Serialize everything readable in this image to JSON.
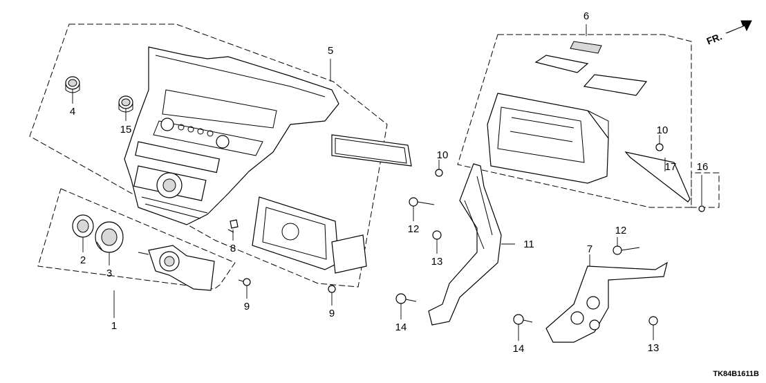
{
  "direction_marker": {
    "label": "FR."
  },
  "diagram_code": "TK84B1611B",
  "callouts": [
    {
      "id": "c1",
      "number": "1"
    },
    {
      "id": "c2",
      "number": "2"
    },
    {
      "id": "c3",
      "number": "3"
    },
    {
      "id": "c4",
      "number": "4"
    },
    {
      "id": "c5",
      "number": "5"
    },
    {
      "id": "c6",
      "number": "6"
    },
    {
      "id": "c7",
      "number": "7"
    },
    {
      "id": "c8",
      "number": "8"
    },
    {
      "id": "c9a",
      "number": "9"
    },
    {
      "id": "c9b",
      "number": "9"
    },
    {
      "id": "c10a",
      "number": "10"
    },
    {
      "id": "c10b",
      "number": "10"
    },
    {
      "id": "c11",
      "number": "11"
    },
    {
      "id": "c12a",
      "number": "12"
    },
    {
      "id": "c12b",
      "number": "12"
    },
    {
      "id": "c13a",
      "number": "13"
    },
    {
      "id": "c13b",
      "number": "13"
    },
    {
      "id": "c14a",
      "number": "14"
    },
    {
      "id": "c14b",
      "number": "14"
    },
    {
      "id": "c15",
      "number": "15"
    },
    {
      "id": "c16",
      "number": "16"
    },
    {
      "id": "c17",
      "number": "17"
    }
  ]
}
